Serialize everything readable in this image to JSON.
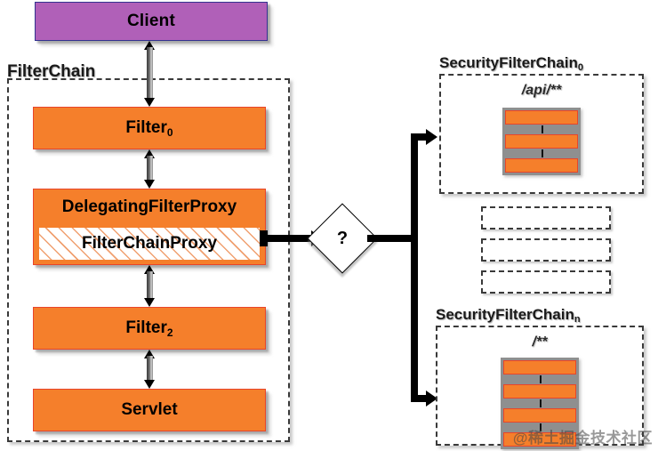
{
  "diagram": {
    "title": "Spring Security FilterChain / SecurityFilterChain delegation",
    "colors": {
      "client_fill": "#b060b8",
      "client_border": "#33338f",
      "filter_fill": "#f57f2b",
      "filter_border": "#e8452a",
      "container_border": "#3a3a3a",
      "connector": "#000000",
      "proxy_hatch": "#f0a070"
    }
  },
  "client": {
    "label": "Client"
  },
  "filter_chain": {
    "label": "FilterChain",
    "items": [
      {
        "label": "Filter",
        "subscript": "0"
      },
      {
        "label": "DelegatingFilterProxy",
        "subscript": ""
      },
      {
        "label": "Filter",
        "subscript": "2"
      },
      {
        "label": "Servlet",
        "subscript": ""
      }
    ],
    "nested_proxy": {
      "label": "FilterChainProxy"
    }
  },
  "decision": {
    "label": "?"
  },
  "security_filter_chains": [
    {
      "name": "SecurityFilterChain",
      "subscript": "0",
      "pattern": "/api/**",
      "filter_count": 3
    },
    {
      "name": "SecurityFilterChain",
      "subscript": "n",
      "pattern": "/**",
      "filter_count": 4
    }
  ],
  "ellipsis": {
    "row_count": 3,
    "meaning": "additional-security-filter-chains"
  },
  "watermark": {
    "text": "@稀土掘金技术社区"
  }
}
